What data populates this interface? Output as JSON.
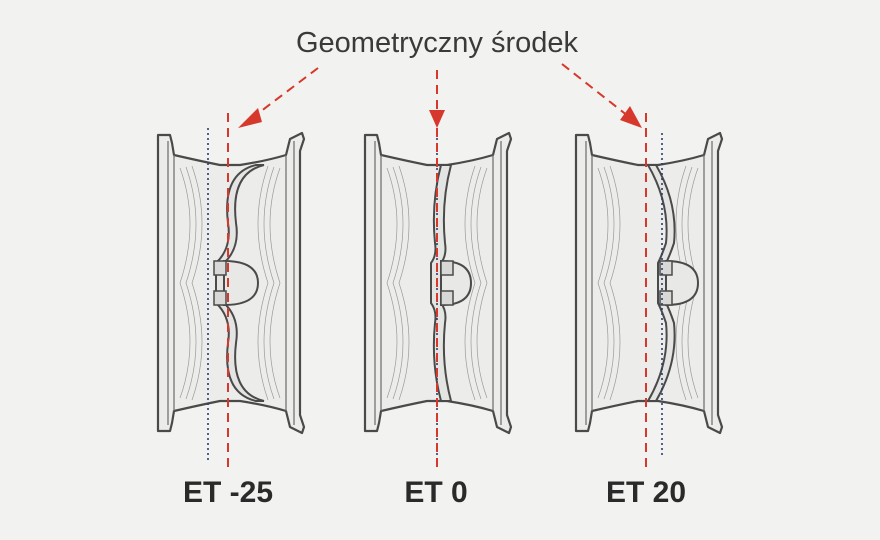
{
  "title": "Geometryczny środek",
  "wheels": [
    {
      "label": "ET -25",
      "offset": -25
    },
    {
      "label": "ET 0",
      "offset": 0
    },
    {
      "label": "ET 20",
      "offset": 20
    }
  ],
  "colors": {
    "center_line": "#d6392b",
    "mounting_line": "#2c3e70",
    "outline": "#4a4a4a",
    "background": "#f2f2f0"
  }
}
